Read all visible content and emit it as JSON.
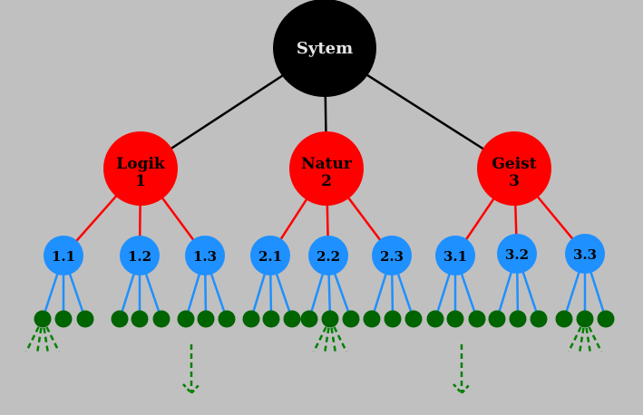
{
  "root": {
    "label": "Sytem",
    "color": "#000000",
    "text_color": "#e6e6e6"
  },
  "categories": [
    {
      "id": "logik",
      "line1": "Logik",
      "line2": "1"
    },
    {
      "id": "natur",
      "line1": "Natur",
      "line2": "2"
    },
    {
      "id": "geist",
      "line1": "Geist",
      "line2": "3"
    }
  ],
  "subnodes": [
    "1.1",
    "1.2",
    "1.3",
    "2.1",
    "2.2",
    "2.3",
    "3.1",
    "3.2",
    "3.3"
  ],
  "colors": {
    "background": "#c0c0c0",
    "category_fill": "#ff0000",
    "category_text": "#000000",
    "subnode_fill": "#1e90ff",
    "subnode_text": "#000000",
    "leaf_fill": "#006400",
    "root_edge": "#000000",
    "category_edge": "#ff0000",
    "subnode_edge": "#1e90ff",
    "arrow": "#008000"
  }
}
